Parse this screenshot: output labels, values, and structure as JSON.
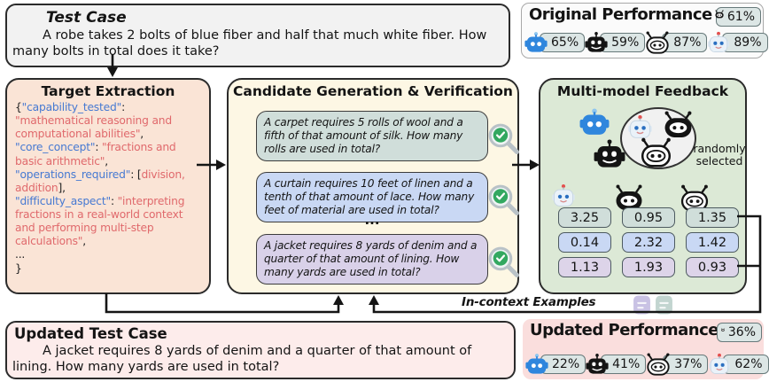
{
  "test_case": {
    "title": "Test Case",
    "body": "A robe takes 2 bolts of blue fiber and half that much white fiber. How many bolts in total does it take?"
  },
  "original_performance": {
    "title": "Original Performance",
    "top_score": "61%",
    "scores": [
      "65%",
      "59%",
      "87%",
      "89%"
    ]
  },
  "target_extraction": {
    "title": "Target Extraction",
    "segments": [
      {
        "text": "{"
      },
      {
        "text": "\"capability_tested\""
      },
      {
        "text": ": "
      },
      {
        "text": "\"mathematical reasoning and computational abilities\""
      },
      {
        "text": ","
      },
      {
        "text": "\"core_concept\""
      },
      {
        "text": ": "
      },
      {
        "text": "\"fractions and basic arithmetic\""
      },
      {
        "text": ","
      },
      {
        "text": "\"operations_required\""
      },
      {
        "text": ": ["
      },
      {
        "text": "division, addition"
      },
      {
        "text": "],"
      },
      {
        "text": "\"difficulty_aspect\""
      },
      {
        "text": ": "
      },
      {
        "text": "\"interpreting fractions in a real-world context and performing multi-step calculations\""
      },
      {
        "text": ","
      }
    ],
    "ellipsis": "...",
    "close_brace": "}"
  },
  "candidate_generation": {
    "title": "Candidate Generation & Verification",
    "candidates": [
      "A carpet requires 5 rolls of wool and a fifth of that amount of silk. How many rolls are used in total?",
      "A curtain requires 10 feet of linen and a tenth of that amount of lace. How many feet of material are used in total?",
      "A jacket requires 8 yards of denim and a quarter of that amount of lining. How many yards are used in total?"
    ],
    "ellipsis": "..."
  },
  "multi_model_feedback": {
    "title": "Multi-model Feedback",
    "random_label": "randomly selected",
    "grid": [
      [
        "3.25",
        "0.95",
        "1.35"
      ],
      [
        "0.14",
        "2.32",
        "1.42"
      ],
      [
        "1.13",
        "1.93",
        "0.93"
      ]
    ]
  },
  "in_context_label": "In-context Examples",
  "updated_test_case": {
    "title": "Updated Test Case",
    "body": "A jacket requires 8 yards of denim and a quarter of that amount of lining. How many yards are used in total?"
  },
  "updated_performance": {
    "title": "Updated Performance",
    "top_score": "36%",
    "scores": [
      "22%",
      "41%",
      "37%",
      "62%"
    ]
  },
  "colors": {
    "key_blue": "#4679d2",
    "value_red": "#e0696c",
    "card_gray_green": "#d0deda",
    "card_blue": "#c9d8f4",
    "card_purple": "#d9d1e9",
    "target_box": "#fae4d6",
    "candidate_box": "#fdf7e4",
    "feedback_box": "#dce9d6",
    "updated_pink": "#fadedd",
    "check_green": "#33a860"
  }
}
